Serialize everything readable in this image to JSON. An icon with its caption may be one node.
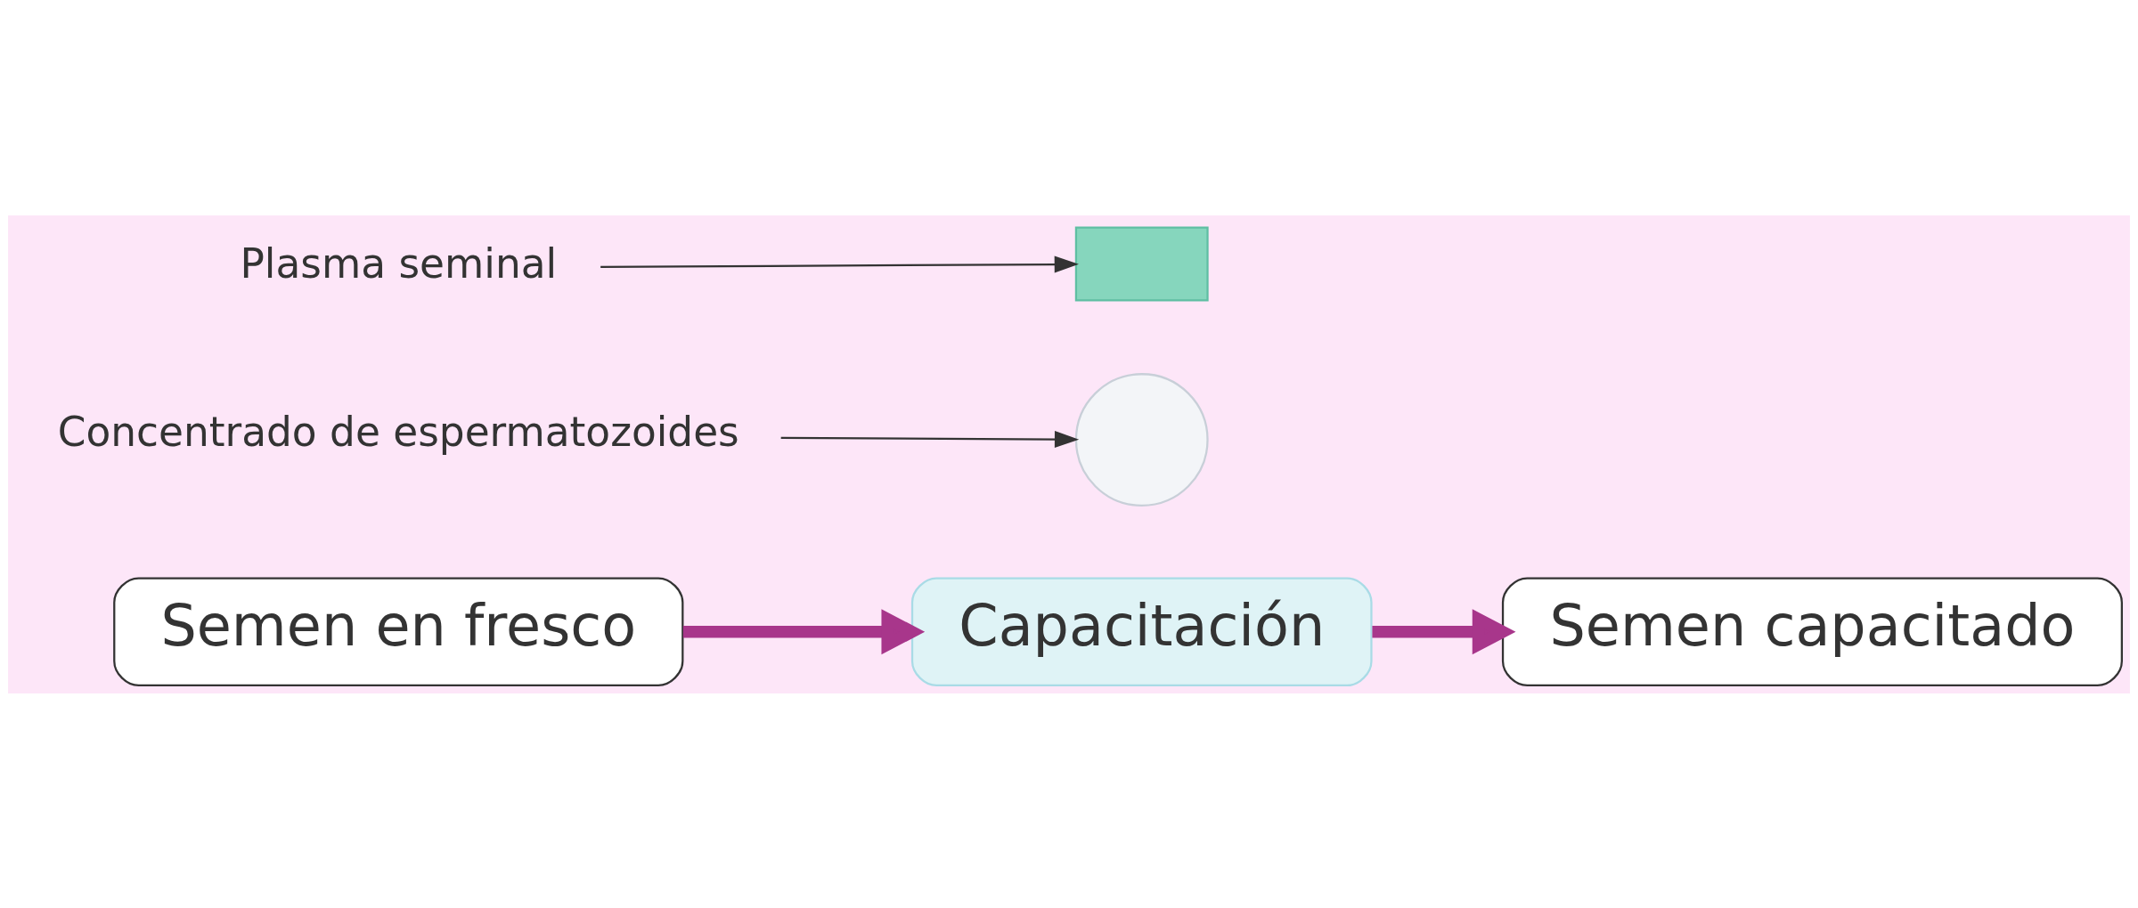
{
  "diagram": {
    "nodes": [
      {
        "text": [
          "Semen en fresco"
        ]
      },
      {
        "text": [
          "Capacitación"
        ]
      },
      {
        "text": [
          "Semen capacitado"
        ]
      },
      {
        "text": [
          "Plasma seminal"
        ]
      },
      {
        "text": [],
        "shape": "box"
      },
      {
        "text": [
          "Concentrado de espermatozoides"
        ]
      },
      {
        "text": [],
        "shape": "circle"
      }
    ],
    "edges": [
      {
        "from": 0,
        "to": 1,
        "arrow": "to",
        "style": "thick",
        "color": "#a8368b"
      },
      {
        "from": 1,
        "to": 2,
        "arrow": "to",
        "style": "thick",
        "color": "#a8368b"
      },
      {
        "from": 3,
        "to": 4,
        "arrow": "to",
        "color": "#333333"
      },
      {
        "from": 5,
        "to": 6,
        "arrow": "to",
        "color": "#333333"
      }
    ]
  }
}
